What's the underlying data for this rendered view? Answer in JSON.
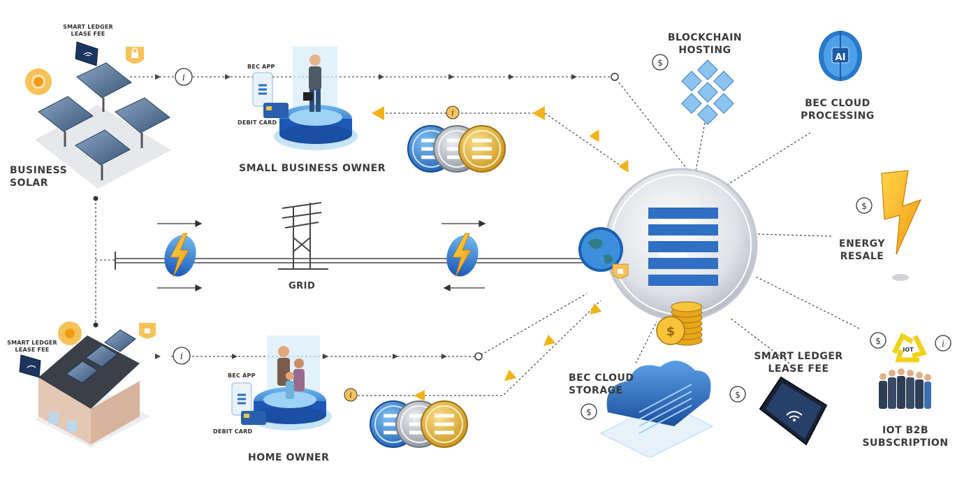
{
  "labels": {
    "business_solar": "BUSINESS\nSOLAR",
    "smart_ledger_top": "SMART LEDGER\nLEASE FEE",
    "small_business_owner": "SMALL BUSINESS OWNER",
    "bec_app_top": "BEC APP",
    "debit_card_top": "DEBIT CARD",
    "grid": "GRID",
    "smart_ledger_left": "SMART LEDGER\nLEASE FEE",
    "bec_app_bottom": "BEC APP",
    "debit_card_bottom": "DEBIT CARD",
    "home_owner": "HOME OWNER",
    "blockchain_hosting": "BLOCKCHAIN\nHOSTING",
    "bec_cloud_processing": "BEC CLOUD\nPROCESSING",
    "energy_resale": "ENERGY\nRESALE",
    "bec_cloud_storage": "BEC CLOUD\nSTORAGE",
    "smart_ledger_right": "SMART LEDGER\nLEASE FEE",
    "iot_b2b": "IOT B2B\nSUBSCRIPTION",
    "iot_badge": "IOT",
    "ai_badge": "AI"
  },
  "icons": {
    "sun": "sun-icon",
    "lock": "lock-icon",
    "info": "info-icon",
    "dollar": "dollar-icon",
    "lightning": "lightning-icon",
    "globe": "globe-icon",
    "coin": "coin-icon"
  },
  "colors": {
    "brand_blue": "#2f6fc4",
    "gold": "#f2b318",
    "hub_gray": "#d9dde3",
    "line": "#555555"
  }
}
